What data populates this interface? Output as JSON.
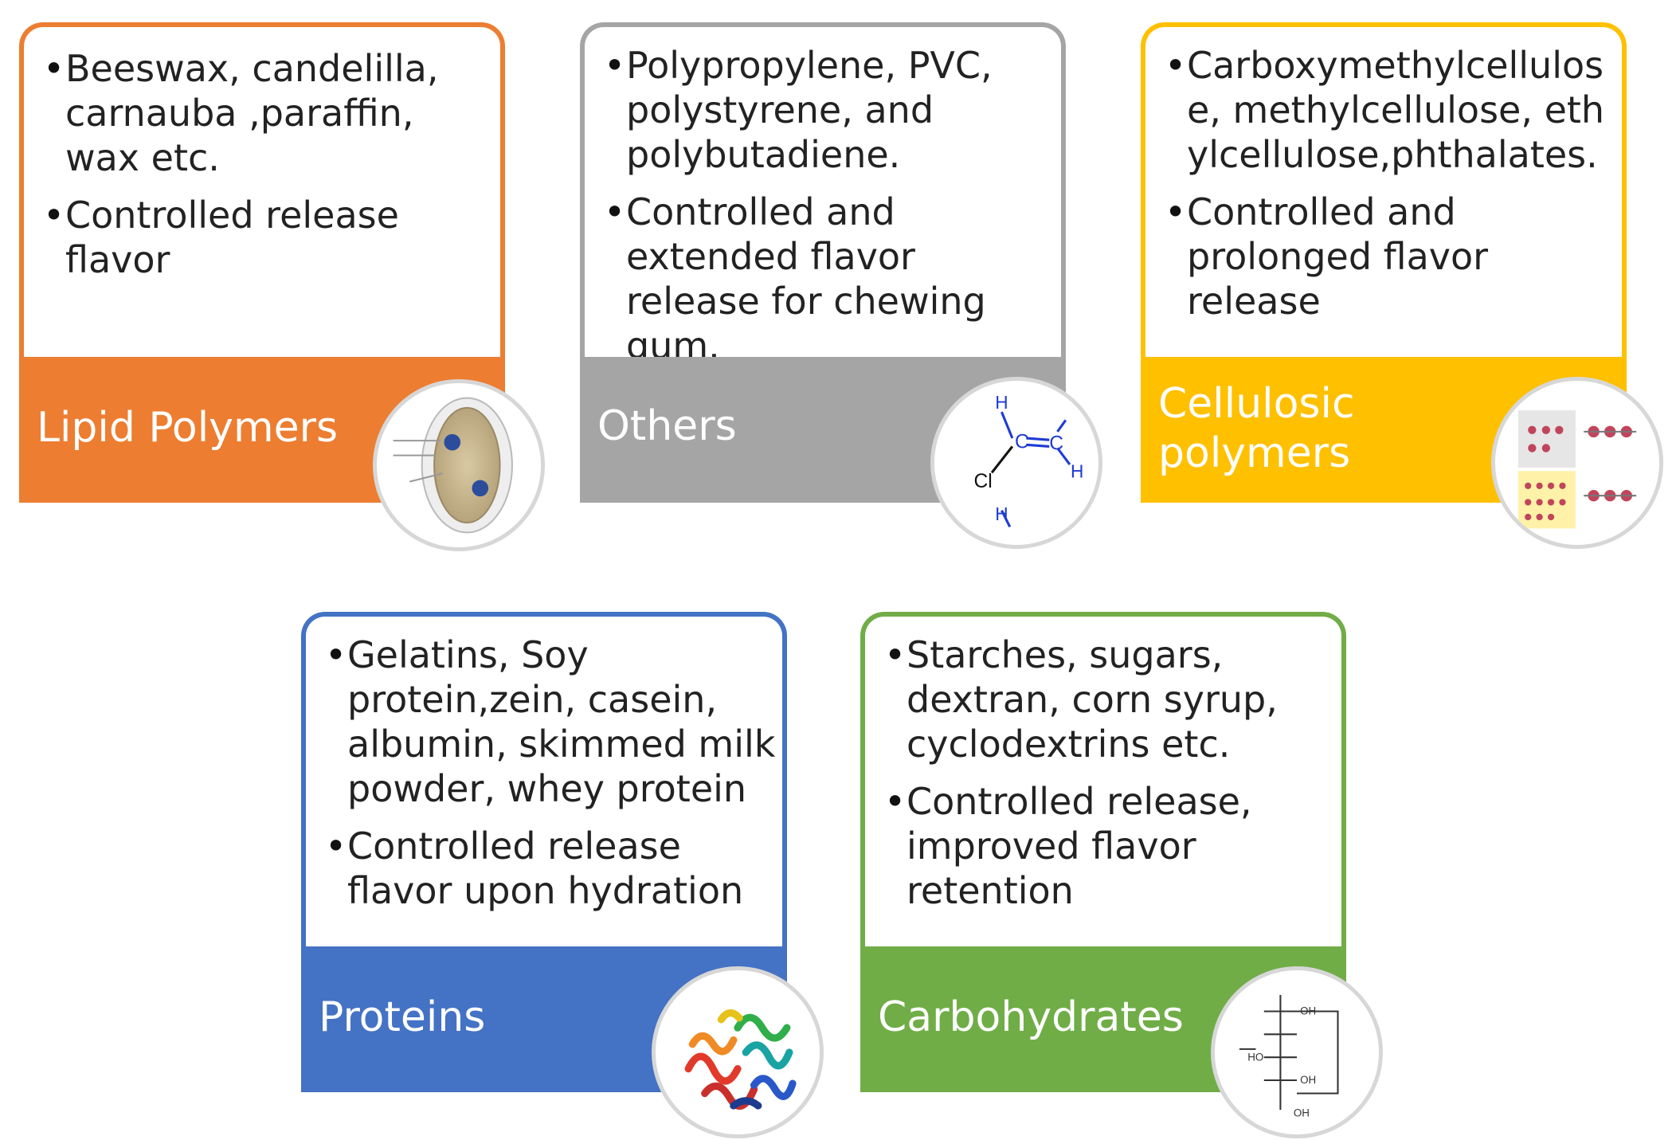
{
  "colors": {
    "lipid": "#ED7D31",
    "others": "#A5A5A5",
    "cellulosic": "#FFC000",
    "proteins": "#4472C4",
    "carbohydrates": "#70AD47"
  },
  "cards": [
    {
      "id": "lipid",
      "band_label": "Lipid Polymers",
      "bullets": [
        "Beeswax, candelilla, carnauba ,paraffin, wax etc.",
        "Controlled release flavor"
      ],
      "icon": "lipid-particle-icon"
    },
    {
      "id": "others",
      "band_label": "Others",
      "bullets": [
        "Polypropylene, PVC, polystyrene, and polybutadiene.",
        "Controlled and extended flavor release for chewing gum."
      ],
      "icon": "vinyl-chloride-molecule-icon"
    },
    {
      "id": "cellulosic",
      "band_label": "Cellulosic polymers",
      "bullets": [
        "Carboxymethylcellulose, methylcellulose, ethylcellulose,phthalates.",
        "Controlled and prolonged flavor release"
      ],
      "icon": "cellulose-structure-icon"
    },
    {
      "id": "proteins",
      "band_label": "Proteins",
      "bullets": [
        "Gelatins, Soy protein,zein, casein, albumin, skimmed milk powder, whey protein",
        "Controlled release flavor  upon hydration"
      ],
      "icon": "protein-ribbon-icon"
    },
    {
      "id": "carbohydrates",
      "band_label": "Carbohydrates",
      "bullets": [
        "Starches, sugars, dextran, corn syrup, cyclodextrins etc.",
        "Controlled release, improved flavor retention"
      ],
      "icon": "sugar-structure-icon"
    }
  ],
  "molecule_labels": {
    "cl": "Cl",
    "c": "C",
    "h": "H",
    "oh": "OH",
    "ho": "HO"
  }
}
